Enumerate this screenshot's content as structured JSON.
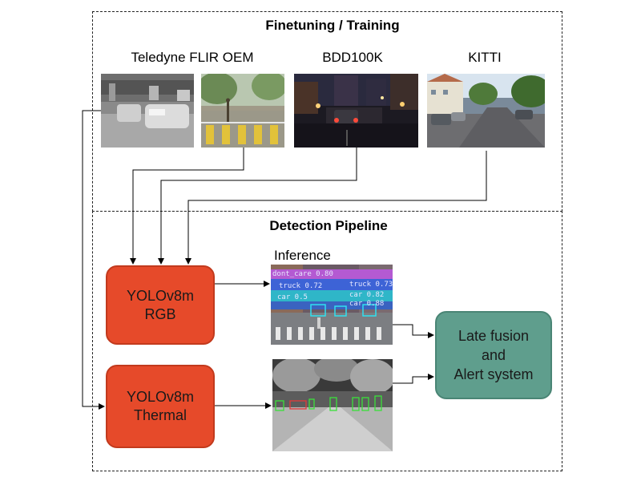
{
  "sections": {
    "training_title": "Finetuning / Training",
    "pipeline_title": "Detection Pipeline"
  },
  "datasets": {
    "flir": "Teledyne FLIR OEM",
    "bdd": "BDD100K",
    "kitti": "KITTI"
  },
  "inference_label": "Inference",
  "models": {
    "rgb_line1": "YOLOv8m",
    "rgb_line2": "RGB",
    "thermal_line1": "YOLOv8m",
    "thermal_line2": "Thermal"
  },
  "fusion": {
    "line1": "Late fusion",
    "line2": "and",
    "line3": "Alert system"
  },
  "detections": {
    "d1": "dont_care 0.80",
    "d2": "truck 0.73",
    "d3": "truck 0.72",
    "d4": "car 0.5",
    "d5": "car 0.82",
    "d6": "car 0.88"
  },
  "colors": {
    "model_fill": "#e64a2a",
    "fusion_fill": "#5f9e8d"
  }
}
